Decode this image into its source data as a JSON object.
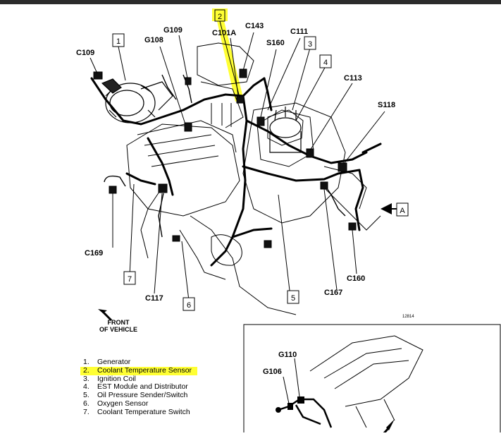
{
  "diagram": {
    "callouts": {
      "c109": "C109",
      "g109": "G109",
      "g108": "G108",
      "c101a": "C101A",
      "c143": "C143",
      "c111": "C111",
      "s160": "S160",
      "c113": "C113",
      "s118": "S118",
      "c169": "C169",
      "c117": "C117",
      "c167": "C167",
      "c160": "C160",
      "g110": "G110",
      "g106": "G106"
    },
    "boxes": {
      "b1": "1",
      "b2": "2",
      "b3": "3",
      "b4": "4",
      "b5": "5",
      "b6": "6",
      "b7": "7",
      "bA": "A"
    },
    "front_label_1": "FRONT",
    "front_label_2": "OF VEHICLE",
    "figure_code": "12814",
    "highlight_color": "#ffff33"
  },
  "legend": [
    {
      "num": "1.",
      "text": "Generator"
    },
    {
      "num": "2.",
      "text": "Coolant Temperature Sensor"
    },
    {
      "num": "3.",
      "text": "Ignition Coil"
    },
    {
      "num": "4.",
      "text": "EST Module and Distributor"
    },
    {
      "num": "5.",
      "text": "Oil Pressure Sender/Switch"
    },
    {
      "num": "6.",
      "text": "Oxygen Sensor"
    },
    {
      "num": "7.",
      "text": "Coolant Temperature Switch"
    }
  ]
}
